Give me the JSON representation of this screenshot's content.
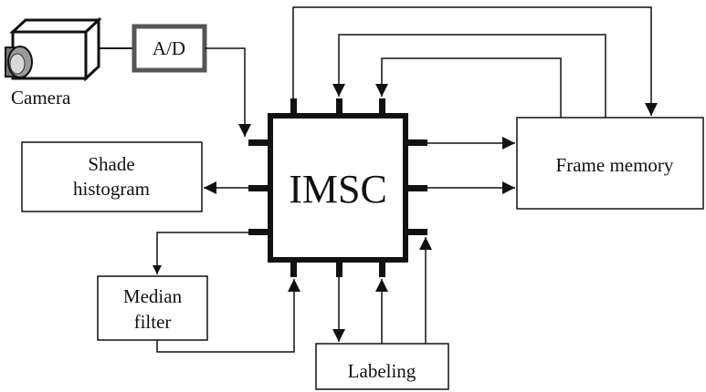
{
  "nodes": {
    "camera": {
      "label": "Camera"
    },
    "ad_converter": {
      "label": "A/D"
    },
    "imsc": {
      "label": "IMSC"
    },
    "frame_memory": {
      "label": "Frame memory"
    },
    "shade_histogram": {
      "label_line1": "Shade",
      "label_line2": "histogram"
    },
    "median_filter": {
      "label_line1": "Median",
      "label_line2": "filter"
    },
    "labeling": {
      "label": "Labeling"
    }
  },
  "colors": {
    "line": "#111111",
    "ad_box_border": "#555555",
    "chip_border": "#111111",
    "background": "#ffffff"
  },
  "icons": {
    "camera": "camera-icon"
  }
}
